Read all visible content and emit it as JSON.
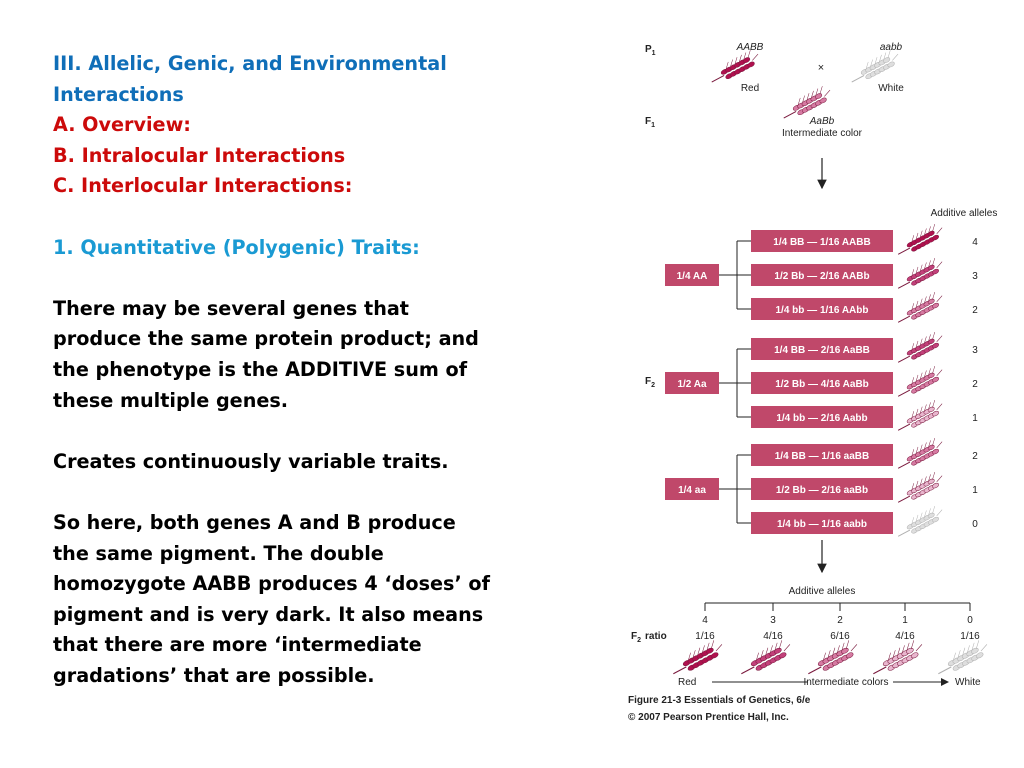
{
  "slide": {
    "heading": "III. Allelic, Genic, and Environmental Interactions",
    "outline": [
      "A. Overview:",
      "B. Intralocular Interactions",
      "C. Interlocular Interactions:"
    ],
    "subheading": "1. Quantitative (Polygenic) Traits:",
    "paragraphs": [
      "There may be several genes that produce the same protein product; and the phenotype is the ADDITIVE sum of these multiple genes.",
      "Creates continuously variable traits.",
      "So here, both genes A and B produce the same pigment.  The double homozygote AABB produces 4 ‘doses’ of pigment and is very dark.  It also means that there are more ‘intermediate gradations’ that are possible."
    ]
  },
  "figure": {
    "p1_label": "P",
    "p1_sub": "1",
    "f1_label": "F",
    "f1_sub": "1",
    "f2_label": "F",
    "f2_sub": "2",
    "parent1_genotype": "AABB",
    "parent1_color": "Red",
    "parent2_genotype": "aabb",
    "parent2_color": "White",
    "cross_symbol": "×",
    "f1_genotype": "AaBb",
    "f1_color": "Intermediate color",
    "additive_header": "Additive alleles",
    "groups": [
      {
        "label": "1/4 AA",
        "rows": [
          {
            "text": "1/4 BB  —  1/16 AABB",
            "alleles": "4"
          },
          {
            "text": "1/2 Bb  —  2/16 AABb",
            "alleles": "3"
          },
          {
            "text": "1/4 bb  —  1/16 AAbb",
            "alleles": "2"
          }
        ]
      },
      {
        "label": "1/2 Aa",
        "rows": [
          {
            "text": "1/4 BB  —  2/16 AaBB",
            "alleles": "3"
          },
          {
            "text": "1/2 Bb  —  4/16 AaBb",
            "alleles": "2"
          },
          {
            "text": "1/4 bb  —  2/16 Aabb",
            "alleles": "1"
          }
        ]
      },
      {
        "label": "1/4 aa",
        "rows": [
          {
            "text": "1/4 BB  —  1/16 aaBB",
            "alleles": "2"
          },
          {
            "text": "1/2 Bb  —  2/16 aaBb",
            "alleles": "1"
          },
          {
            "text": "1/4 bb  —  1/16 aabb",
            "alleles": "0"
          }
        ]
      }
    ],
    "summary_header": "Additive alleles",
    "summary_alleles": [
      "4",
      "3",
      "2",
      "1",
      "0"
    ],
    "ratio_label": "ratio",
    "summary_ratios": [
      "1/16",
      "4/16",
      "6/16",
      "4/16",
      "1/16"
    ],
    "scale_left": "Red",
    "scale_mid": "Intermediate colors",
    "scale_right": "White",
    "caption_line1": "Figure 21-3  Essentials of Genetics, 6/e",
    "caption_line2": "© 2007 Pearson Prentice Hall, Inc.",
    "colors": {
      "box": "#c0486a",
      "dose4": "#b0104e",
      "dose3": "#c2407a",
      "dose2": "#d67aa2",
      "dose1": "#e9b6ce",
      "dose0": "#dedede"
    }
  }
}
